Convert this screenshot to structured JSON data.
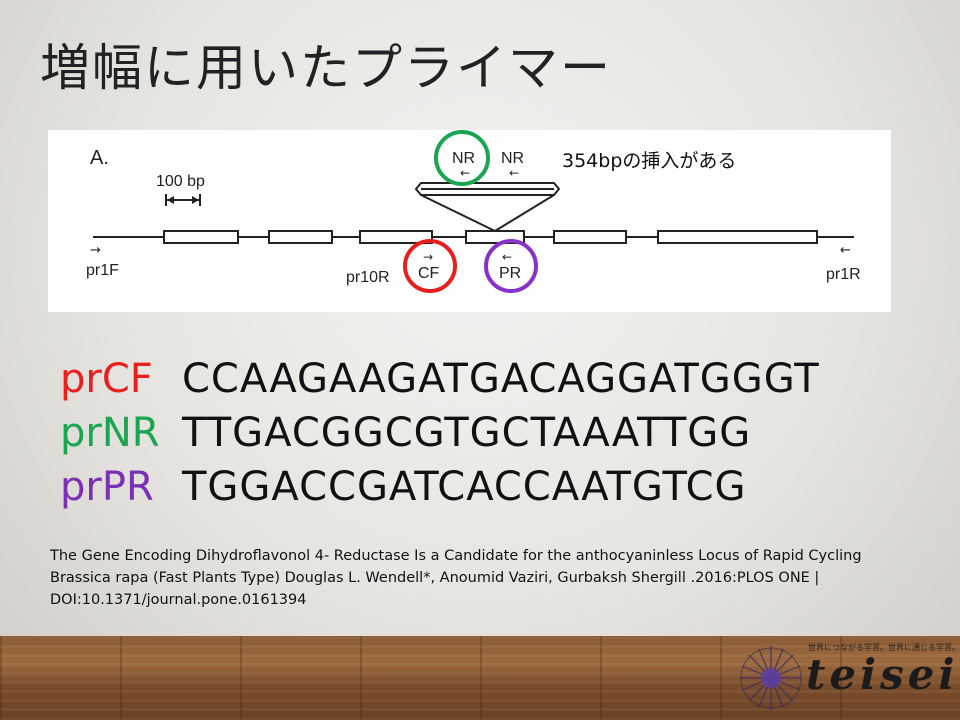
{
  "slide": {
    "title": "増幅に用いたプライマー",
    "insert_note": "354bpの挿入がある"
  },
  "figure": {
    "panel_label": "A.",
    "scale_label": "100 bp",
    "primer_labels": {
      "nr_left": "NR",
      "nr_right": "NR",
      "pr1f": "pr1F",
      "pr10r": "pr10R",
      "cf": "CF",
      "pr": "PR",
      "pr1r": "pr1R"
    },
    "highlight_colors": {
      "nr": "#1aa551",
      "cf": "#e81f1f",
      "pr": "#8a32c8"
    }
  },
  "primers": [
    {
      "name": "prCF",
      "sequence": "CCAAGAAGATGACAGGATGGGT",
      "color": "#e81f1f"
    },
    {
      "name": "prNR",
      "sequence": "TTGACGGCGTGCTAAATTGG",
      "color": "#1aa551"
    },
    {
      "name": "prPR",
      "sequence": "TGGACCGATCACCAATGTCG",
      "color": "#7b2fb5"
    }
  ],
  "citation": {
    "text": "The Gene Encoding Dihydroflavonol 4- Reductase Is a Candidate for the anthocyaninless Locus of Rapid Cycling Brassica rapa (Fast Plants Type) Douglas L. Wendell*, Anoumid Vaziri, Gurbaksh Shergill .2016:PLOS ONE | DOI:10.1371/journal.pone.0161394"
  },
  "logo": {
    "word": "teisei",
    "tagline": "世界につながる学習。世界に通じる学習。"
  }
}
